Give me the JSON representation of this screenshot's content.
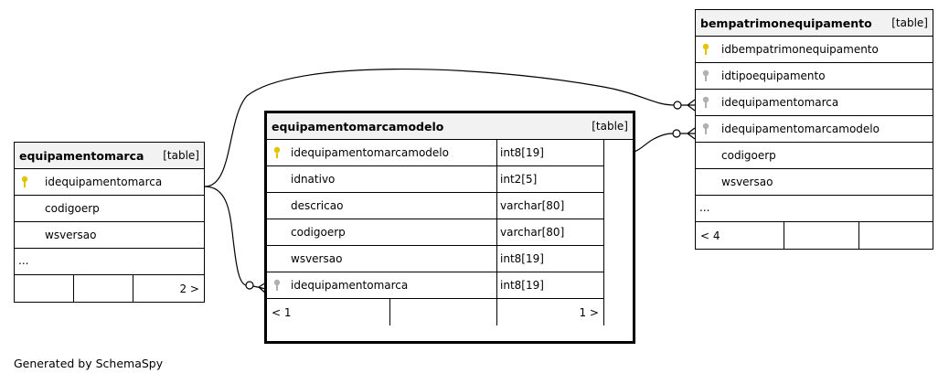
{
  "tables": {
    "equipamentomarca": {
      "name": "equipamentomarca",
      "type": "[table]",
      "columns": [
        {
          "name": "idequipamentomarca",
          "key": "primary"
        },
        {
          "name": "codigoerp",
          "key": "none"
        },
        {
          "name": "wsversao",
          "key": "none"
        }
      ],
      "more": "...",
      "footer": [
        "",
        "",
        "2 >"
      ]
    },
    "equipamentomarcamodelo": {
      "name": "equipamentomarcamodelo",
      "type": "[table]",
      "columns": [
        {
          "name": "idequipamentomarcamodelo",
          "type": "int8[19]",
          "key": "primary"
        },
        {
          "name": "idnativo",
          "type": "int2[5]",
          "key": "none"
        },
        {
          "name": "descricao",
          "type": "varchar[80]",
          "key": "none"
        },
        {
          "name": "codigoerp",
          "type": "varchar[80]",
          "key": "none"
        },
        {
          "name": "wsversao",
          "type": "int8[19]",
          "key": "none"
        },
        {
          "name": "idequipamentomarca",
          "type": "int8[19]",
          "key": "foreign"
        }
      ],
      "footer": [
        "< 1",
        "",
        "1 >"
      ]
    },
    "bempatrimonequipamento": {
      "name": "bempatrimonequipamento",
      "type": "[table]",
      "columns": [
        {
          "name": "idbempatrimonequipamento",
          "key": "primary"
        },
        {
          "name": "idtipoequipamento",
          "key": "foreign"
        },
        {
          "name": "idequipamentomarca",
          "key": "foreign"
        },
        {
          "name": "idequipamentomarcamodelo",
          "key": "foreign"
        },
        {
          "name": "codigoerp",
          "key": "none"
        },
        {
          "name": "wsversao",
          "key": "none"
        }
      ],
      "more": "...",
      "footer": [
        "< 4",
        "",
        ""
      ]
    }
  },
  "colors": {
    "primary_key": "#e3c400",
    "foreign_key": "#b0b0b0",
    "header_bg": "#f2f2f2"
  },
  "generated_by": "Generated by SchemaSpy"
}
